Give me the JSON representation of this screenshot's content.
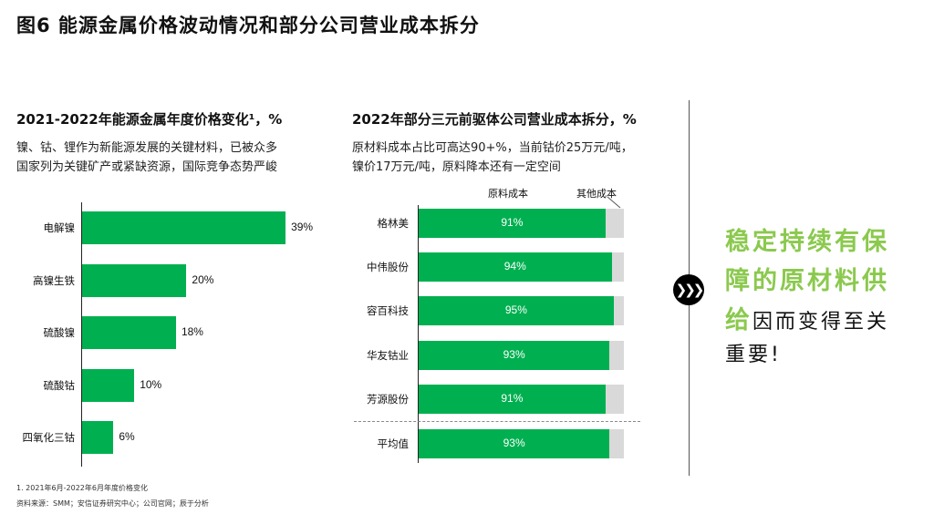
{
  "title": "图6 能源金属价格波动情况和部分公司营业成本拆分",
  "left": {
    "subtitle": "2021-2022年能源金属年度价格变化¹，%",
    "desc": [
      "镍、钴、锂作为新能源发展的关键材料，已被众多",
      "国家列为关键矿产或紧缺资源，国际竞争态势严峻"
    ]
  },
  "right": {
    "subtitle": "2022年部分三元前驱体公司营业成本拆分，%",
    "desc": [
      "原材料成本占比可高达90+%，当前钴价25万元/吨，",
      "镍价17万元/吨，原料降本还有一定空间"
    ]
  },
  "conclusion": {
    "green": [
      "稳定持续有保",
      "障的原材料供",
      "给"
    ],
    "black": [
      "因而变得至关",
      "重要!"
    ],
    "icon": "triple-chevron-right-icon"
  },
  "footnotes": [
    "1. 2021年6月-2022年6月年度价格变化",
    "资料来源：SMM；安信证券研究中心；公司官网；辰于分析"
  ],
  "colors": {
    "bar": "#00b050",
    "other": "#d9d9d9",
    "highlight": "#8bc94e"
  },
  "chart_data": [
    {
      "type": "bar",
      "orientation": "horizontal",
      "title": "2021-2022年能源金属年度价格变化¹，%",
      "categories": [
        "电解镍",
        "高镍生铁",
        "硫酸镍",
        "硫酸钴",
        "四氧化三钴"
      ],
      "values": [
        39,
        20,
        18,
        10,
        6
      ],
      "labels": [
        "39%",
        "20%",
        "18%",
        "10%",
        "6%"
      ],
      "unit": "%"
    },
    {
      "type": "bar",
      "orientation": "horizontal",
      "stacked": true,
      "title": "2022年部分三元前驱体公司营业成本拆分，%",
      "categories": [
        "格林美",
        "中伟股份",
        "容百科技",
        "华友钴业",
        "芳源股份",
        "平均值"
      ],
      "legend": [
        "原料成本",
        "其他成本"
      ],
      "series": [
        {
          "name": "原料成本",
          "values": [
            91,
            94,
            95,
            93,
            91,
            93
          ],
          "labels": [
            "91%",
            "94%",
            "95%",
            "93%",
            "91%",
            "93%"
          ]
        },
        {
          "name": "其他成本",
          "values": [
            9,
            6,
            5,
            7,
            9,
            7
          ]
        }
      ],
      "ylim": [
        0,
        100
      ]
    }
  ]
}
